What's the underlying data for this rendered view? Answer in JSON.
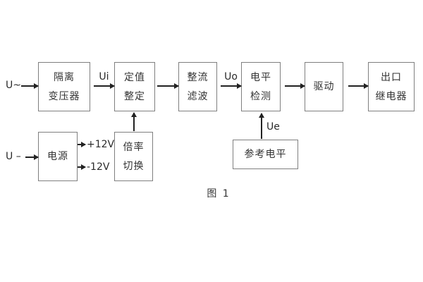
{
  "diagram": {
    "caption": "图 1",
    "blocks": {
      "isolation_transformer": {
        "line1": "隔离",
        "line2": "变压器"
      },
      "setting_adjust": {
        "line1": "定值",
        "line2": "整定"
      },
      "rectifier_filter": {
        "line1": "整流",
        "line2": "滤波"
      },
      "level_detect": {
        "line1": "电平",
        "line2": "检测"
      },
      "driver": {
        "line1": "驱动"
      },
      "output_relay": {
        "line1": "出口",
        "line2": "继电器"
      },
      "power_supply": {
        "line1": "电源"
      },
      "ratio_switch": {
        "line1": "倍率",
        "line2": "切换"
      },
      "reference_level": {
        "line1": "参考电平"
      }
    },
    "signals": {
      "input_ac": "U~",
      "input_dc": "U –",
      "ui": "Ui",
      "uo": "Uo",
      "ue": "Ue",
      "plus_12v": "+12V",
      "minus_12v": "-12V"
    },
    "colors": {
      "background": "#ffffff",
      "box_border": "#7f7f7f",
      "text": "#333333",
      "arrow": "#222222"
    }
  }
}
